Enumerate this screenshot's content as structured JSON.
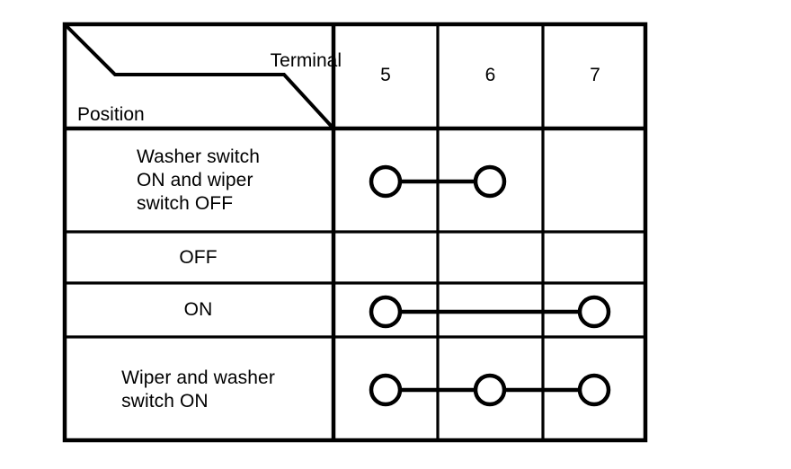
{
  "diagram": {
    "title_hint": "Wiper / washer switch continuity chart",
    "colors": {
      "line": "#000000",
      "background": "#ffffff"
    },
    "header": {
      "corner": {
        "terminal_label": "Terminal",
        "position_label": "Position"
      },
      "terminals": [
        "5",
        "6",
        "7"
      ]
    },
    "rows": [
      {
        "label": "Washer switch\nON and wiper\nswitch OFF",
        "align": "block-left",
        "terminals": [
          "5",
          "6"
        ],
        "connections": [
          [
            "5",
            "6"
          ]
        ]
      },
      {
        "label": "OFF",
        "align": "center",
        "terminals": [],
        "connections": []
      },
      {
        "label": "ON",
        "align": "center",
        "terminals": [
          "5",
          "7"
        ],
        "connections": [
          [
            "5",
            "7"
          ]
        ]
      },
      {
        "label": "Wiper and washer\nswitch ON",
        "align": "block-left",
        "terminals": [
          "5",
          "6",
          "7"
        ],
        "connections": [
          [
            "5",
            "6"
          ],
          [
            "6",
            "7"
          ]
        ]
      }
    ]
  }
}
